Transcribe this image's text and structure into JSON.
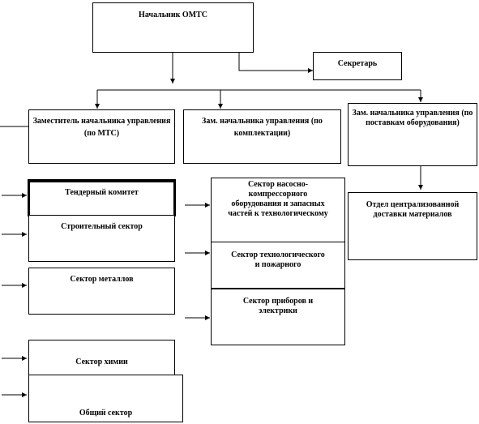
{
  "nodes": {
    "head": "Начальник ОМТС",
    "secretary": "Секретарь",
    "deputy_mts": "Заместитель начальника управления (по МТС)",
    "deputy_complect": "Зам. начальника управления (по комплектации)",
    "deputy_equipment": "Зам. начальника управления (по поставкам оборудования)",
    "tender": "Тендерный комитет",
    "construction": "Строительный сектор",
    "metals": "Сектор металлов",
    "chemicals": "Сектор химии",
    "general": "Общий сектор",
    "pump_compressor": "Сектор насосно-компрессорного оборудования и запасных частей к технологическому",
    "technological_fire": "Сектор технологического и пожарного",
    "instruments": "Сектор приборов и электрики",
    "central_delivery": "Отдел централизованной доставки материалов"
  },
  "colors": {
    "stroke": "#000000",
    "fill": "#ffffff"
  }
}
